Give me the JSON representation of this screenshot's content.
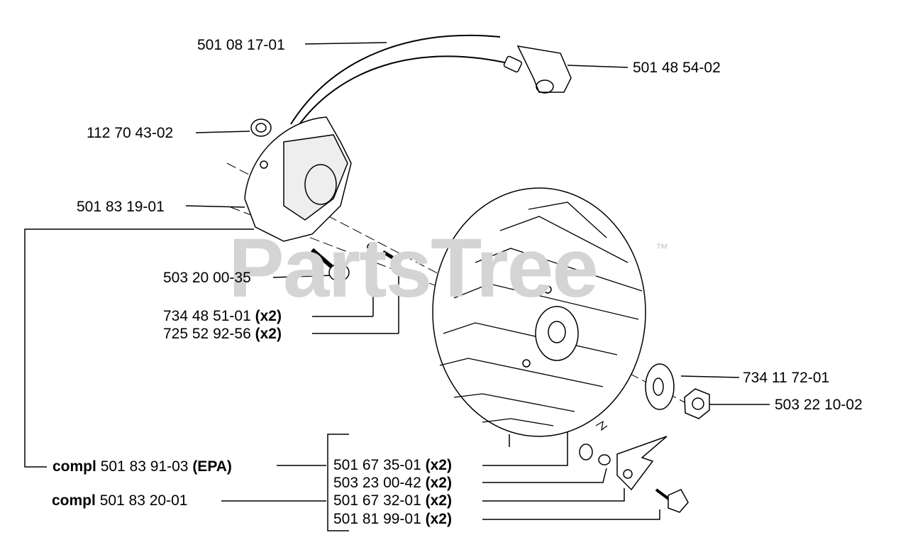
{
  "watermark": {
    "text": "PartsTree",
    "trademark": "™"
  },
  "parts": [
    {
      "number": "501 08 17-01",
      "qty": ""
    },
    {
      "number": "501 48 54-02",
      "qty": ""
    },
    {
      "number": "112 70 43-02",
      "qty": ""
    },
    {
      "number": "501 83 19-01",
      "qty": ""
    },
    {
      "number": "503 20 00-35",
      "qty": ""
    },
    {
      "number": "734 48 51-01",
      "qty": "(x2)"
    },
    {
      "number": "725 52 92-56",
      "qty": "(x2)"
    },
    {
      "number": "734 11 72-01",
      "qty": ""
    },
    {
      "number": "503 22 10-02",
      "qty": ""
    },
    {
      "number": "501 67 35-01",
      "qty": "(x2)"
    },
    {
      "number": "503 23 00-42",
      "qty": "(x2)"
    },
    {
      "number": "501 67 32-01",
      "qty": "(x2)"
    },
    {
      "number": "501 81 99-01",
      "qty": "(x2)"
    }
  ],
  "kits": [
    {
      "prefix": "compl",
      "number": "501 83 91-03",
      "suffix": "(EPA)"
    },
    {
      "prefix": "compl",
      "number": "501 83 20-01",
      "suffix": ""
    }
  ]
}
